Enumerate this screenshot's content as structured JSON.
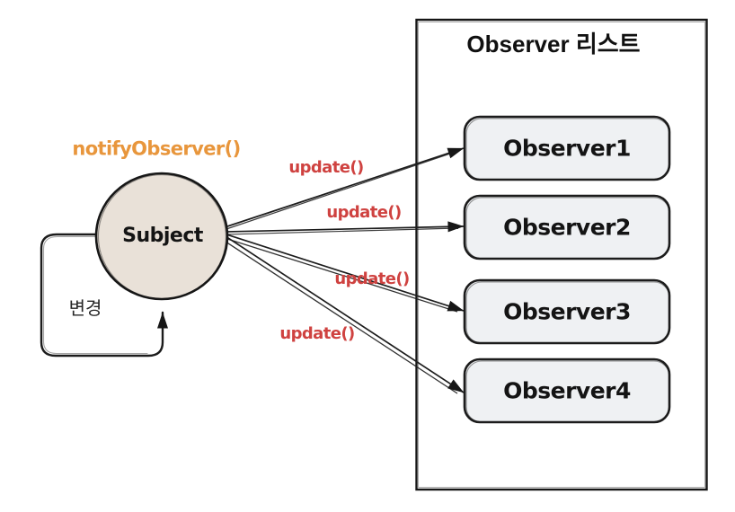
{
  "diagram": {
    "panel": {
      "title": "Observer 리스트"
    },
    "subject": {
      "label": "Subject",
      "notify_method_label": "notifyObserver()"
    },
    "self_loop": {
      "label": "변경"
    },
    "observers": [
      {
        "label": "Observer1"
      },
      {
        "label": "Observer2"
      },
      {
        "label": "Observer3"
      },
      {
        "label": "Observer4"
      }
    ],
    "update_arrows": [
      {
        "label": "update()"
      },
      {
        "label": "update()"
      },
      {
        "label": "update()"
      },
      {
        "label": "update()"
      }
    ],
    "colors": {
      "notify_text": "#E8963C",
      "update_text": "#CF4240",
      "subject_fill": "#E9E1D8",
      "observer_box_fill": "#EFF1F3",
      "stroke": "#1A1A1A",
      "background": "#FFFFFF"
    }
  }
}
